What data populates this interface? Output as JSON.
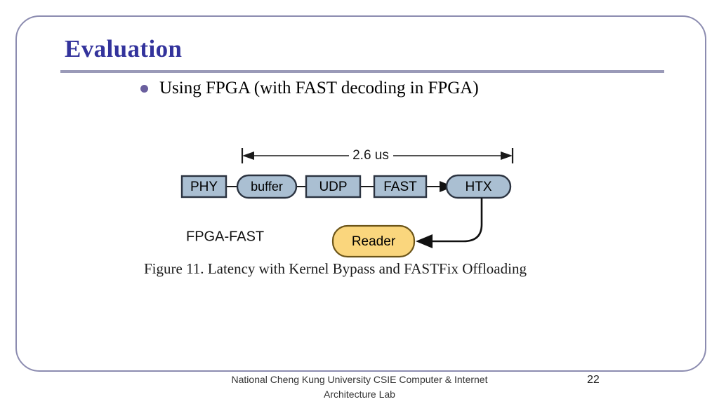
{
  "slide": {
    "title": "Evaluation",
    "frame_color": "#8c8cb0",
    "title_color": "#33339c",
    "rule_color": "#9a9ab8"
  },
  "bullets": [
    {
      "marker": "bullet-dot",
      "marker_color": "#6a5f9e",
      "text": "Using FPGA (with FAST decoding in FPGA)"
    }
  ],
  "figure": {
    "caption": "Figure 11.  Latency with Kernel Bypass and FASTFix Offloading",
    "side_label": "FPGA-FAST",
    "dimension": {
      "label": "2.6 us",
      "from_node": "PHY",
      "to_node": "HTX"
    },
    "node_fill": "#aabfd2",
    "node_stroke": "#2b3340",
    "reader_fill": "#fad67d",
    "reader_stroke": "#6b5418",
    "nodes": [
      {
        "id": "phy",
        "label": "PHY",
        "shape": "rect"
      },
      {
        "id": "buffer",
        "label": "buffer",
        "shape": "stadium"
      },
      {
        "id": "udp",
        "label": "UDP",
        "shape": "rect"
      },
      {
        "id": "fast",
        "label": "FAST",
        "shape": "rect"
      },
      {
        "id": "htx",
        "label": "HTX",
        "shape": "stadium"
      },
      {
        "id": "reader",
        "label": "Reader",
        "shape": "stadium"
      }
    ]
  },
  "footer": {
    "line1": "National Cheng Kung University CSIE Computer & Internet",
    "line2": "Architecture Lab",
    "page_number": "22"
  }
}
